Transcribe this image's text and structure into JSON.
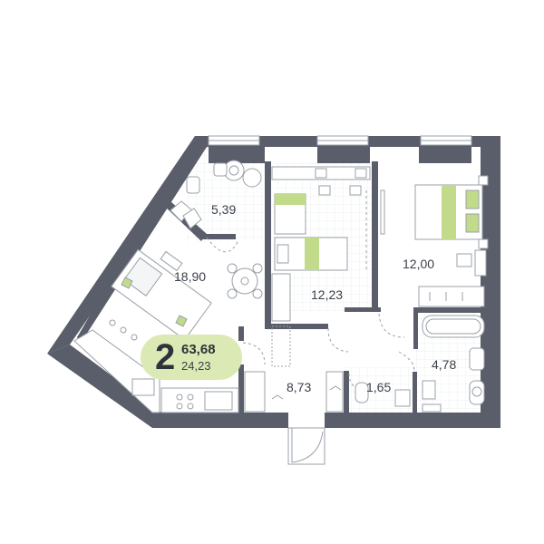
{
  "plan": {
    "rooms_count": "2",
    "total_area": "63,68",
    "living_area": "24,23",
    "rooms": {
      "loggia": "5,39",
      "kitchen_living": "18,90",
      "children_bedroom": "12,23",
      "bedroom": "12,00",
      "hallway": "8,73",
      "toilet": "1,65",
      "bathroom": "4,78"
    }
  },
  "colors": {
    "wall": "#5a5e6b",
    "furniture_line": "#9aa0a8",
    "accent": "#c2db8a",
    "badge": "#dbe9b4",
    "floor_grid": "#eceef0"
  }
}
